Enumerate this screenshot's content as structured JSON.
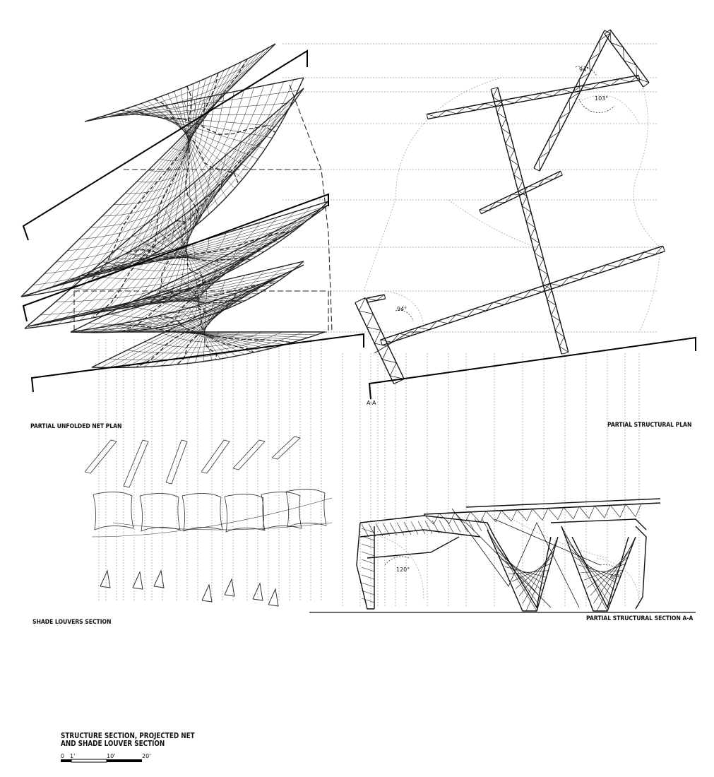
{
  "labels": {
    "net_plan": "PARTIAL UNFOLDED NET PLAN",
    "structural_plan": "PARTIAL STRUCTURAL PLAN",
    "louvers_section": "SHADE LOUVERS SECTION",
    "section_aa": "PARTIAL STRUCTURAL SECTION A-A",
    "cut_marker": "A-A"
  },
  "angles": {
    "top_a": "94°",
    "top_b": "103°",
    "left_corner": "94°",
    "section_left": "120°",
    "section_right": "63°"
  },
  "title_block": {
    "line1": "STRUCTURE SECTION, PROJECTED NET",
    "line2": "AND SHADE LOUVER SECTION"
  },
  "scale_bar": {
    "ticks": [
      "0",
      "1'",
      "10'",
      "20'"
    ]
  }
}
